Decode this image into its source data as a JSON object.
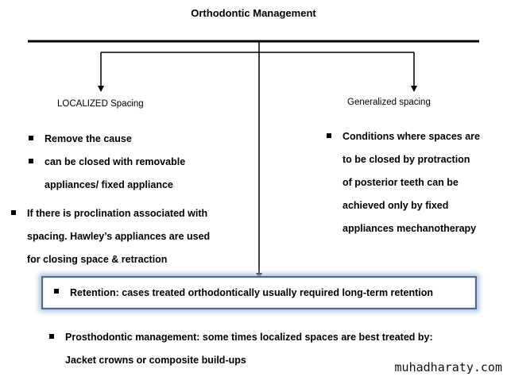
{
  "title": "Orthodontic Management",
  "localized": {
    "heading": "LOCALIZED Spacing",
    "bullets": [
      "Remove the cause",
      "can be closed with removable",
      "appliances/ fixed appliance"
    ],
    "extra": [
      "If there is proclination associated with",
      "spacing. Hawley’s appliances are used",
      "for closing space & retraction"
    ]
  },
  "generalized": {
    "heading": "Generalized spacing",
    "lines": [
      "Conditions where spaces are",
      "to be closed by protraction",
      "of posterior teeth can be",
      "achieved only by fixed",
      "appliances mechanotherapy"
    ]
  },
  "retention": "Retention: cases treated orthodontically usually required long-term retention",
  "prosthodontic": [
    "Prosthodontic management:  some times localized spaces are best treated by:",
    "Jacket crowns or composite build-ups"
  ],
  "watermark": "muhadharaty.com",
  "colors": {
    "box_border": "#4f6b8a",
    "box_glow": "#a9c3dc"
  }
}
